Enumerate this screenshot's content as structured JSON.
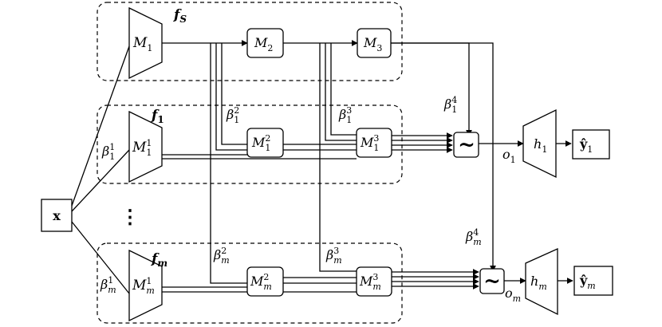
{
  "input": {
    "label": "x"
  },
  "shared_group": {
    "label": "f",
    "label_sub": "S",
    "blocks": [
      {
        "base": "M",
        "sub": "1"
      },
      {
        "base": "M",
        "sub": "2"
      },
      {
        "base": "M",
        "sub": "3"
      }
    ]
  },
  "task_groups": [
    {
      "label": "f",
      "label_sub": "1",
      "encoder": {
        "base": "M",
        "sub": "1",
        "sup": "1"
      },
      "blocks": [
        {
          "base": "M",
          "sub": "1",
          "sup": "2"
        },
        {
          "base": "M",
          "sub": "1",
          "sup": "3"
        }
      ],
      "betas": [
        {
          "base": "β",
          "sub": "1",
          "sup": "1"
        },
        {
          "base": "β",
          "sub": "1",
          "sup": "2"
        },
        {
          "base": "β",
          "sub": "1",
          "sup": "3"
        },
        {
          "base": "β",
          "sub": "1",
          "sup": "4"
        }
      ],
      "agg_symbol": "~",
      "output": {
        "base": "o",
        "sub": "1"
      },
      "head": {
        "base": "h",
        "sub": "1"
      },
      "prediction": {
        "base": "ŷ",
        "sub": "1"
      }
    },
    {
      "label": "f",
      "label_sub": "m",
      "encoder": {
        "base": "M",
        "sub": "m",
        "sup": "1"
      },
      "blocks": [
        {
          "base": "M",
          "sub": "m",
          "sup": "2"
        },
        {
          "base": "M",
          "sub": "m",
          "sup": "3"
        }
      ],
      "betas": [
        {
          "base": "β",
          "sub": "m",
          "sup": "1"
        },
        {
          "base": "β",
          "sub": "m",
          "sup": "2"
        },
        {
          "base": "β",
          "sub": "m",
          "sup": "3"
        },
        {
          "base": "β",
          "sub": "m",
          "sup": "4"
        }
      ],
      "agg_symbol": "~",
      "output": {
        "base": "o",
        "sub": "m"
      },
      "head": {
        "base": "h",
        "sub": "m"
      },
      "prediction": {
        "base": "ŷ",
        "sub": "m"
      }
    }
  ],
  "ellipsis": "⋮"
}
